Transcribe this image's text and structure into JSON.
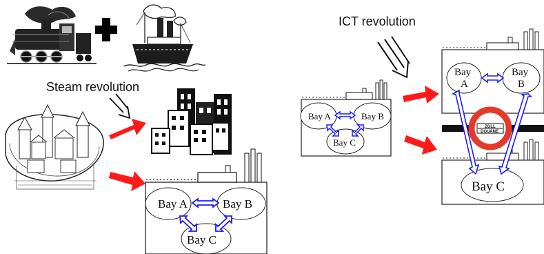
{
  "left_panel": {
    "plus_symbol": "+",
    "steam_revolution_label": "Steam revolution",
    "bottom_factory": {
      "bay_a": "Bay A",
      "bay_b": "Bay B",
      "bay_c": "Bay C"
    }
  },
  "right_panel": {
    "ict_revolution_label": "ICT revolution",
    "source_factory": {
      "bay_a": "Bay A",
      "bay_b": "Bay B",
      "bay_c": "Bay C"
    },
    "top_factory": {
      "bay_a_line1": "Bay",
      "bay_a_line2": "A",
      "bay_b_line1": "Bay",
      "bay_b_line2": "B"
    },
    "bottom_factory": {
      "bay_c": "Bay C"
    },
    "customs_sign": {
      "line1": "ZOLL",
      "line2": "DOUANE"
    }
  },
  "colors": {
    "arrow_red": "#ff1a1a",
    "flow_blue": "#1a1aff",
    "sign_red": "#e53a2a",
    "ink": "#111111"
  },
  "icons": [
    "steam-locomotive-icon",
    "steamship-icon",
    "walled-town-icon",
    "city-skyline-icon",
    "factory-icon",
    "customs-sign-icon"
  ]
}
